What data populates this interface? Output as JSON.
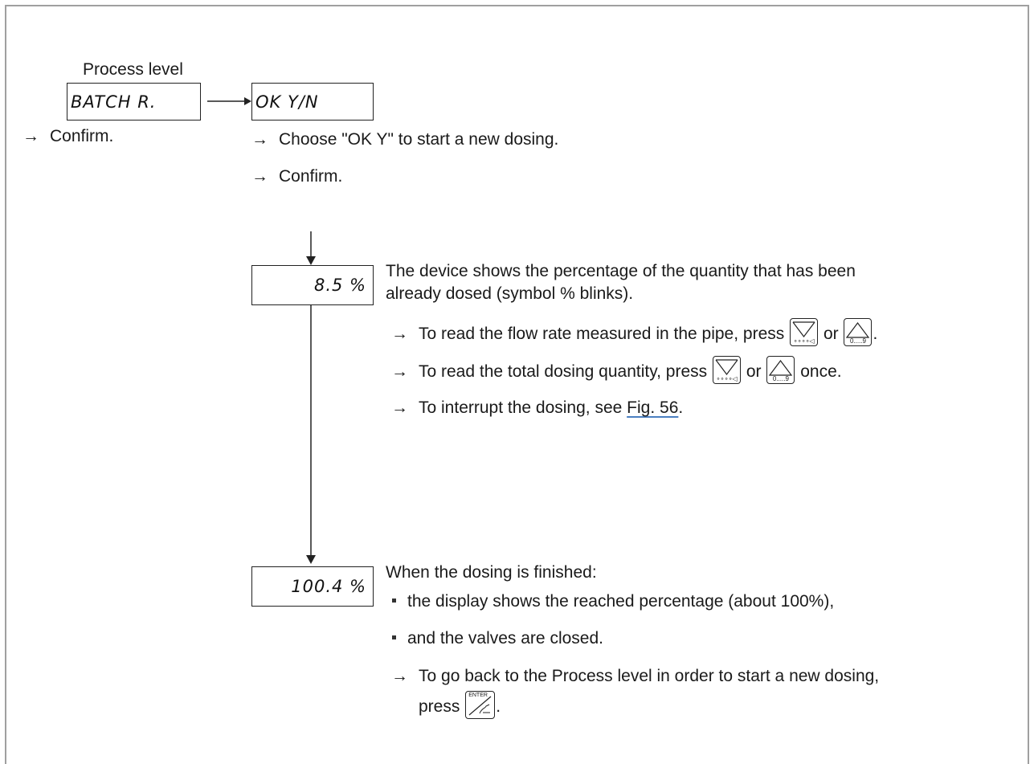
{
  "process_level_label": "Process level",
  "displays": {
    "batch": "BATCH R.",
    "okyn": "OK Y/N",
    "pct1": "8.5 %",
    "pct2": "100.4 %"
  },
  "arrow_glyph": "→",
  "steps": {
    "confirm_left": "Confirm.",
    "choose_ok": "Choose \"OK Y\" to start a new dosing.",
    "confirm_mid": "Confirm."
  },
  "dosing": {
    "desc_line1": "The device shows the percentage of the quantity that has been",
    "desc_line2": "already dosed (symbol % blinks).",
    "flow_text": "To read the flow rate measured in the pipe, press",
    "total_text": "To read the total dosing quantity, press",
    "once": "once.",
    "interrupt_text": "To interrupt the dosing, see",
    "fig_ref": "Fig. 56",
    "or": "or",
    "period": "."
  },
  "finished": {
    "heading": "When the dosing is finished:",
    "bullet1": "the display shows the reached percentage (about 100%),",
    "bullet2": "and the valves are closed.",
    "back_line1": "To go back to the Process level in order to start a new dosing,",
    "back_line2": "press"
  },
  "keys": {
    "down_sub": "∘∘∘∘◁",
    "up_sub": "0.....9",
    "enter_label": "ENTER"
  }
}
